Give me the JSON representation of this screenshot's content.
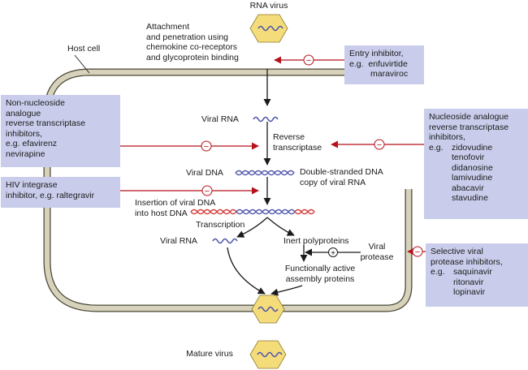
{
  "labels": {
    "rna_virus_top": "RNA virus",
    "attachment": [
      "Attachment",
      "and penetration using",
      "chemokine co-receptors",
      "and glycoprotein binding"
    ],
    "host_cell": "Host cell",
    "viral_rna_1": "Viral RNA",
    "reverse_transcriptase": [
      "Reverse",
      "transcriptase"
    ],
    "viral_dna": "Viral DNA",
    "double_stranded": [
      "Double-stranded DNA",
      "copy of viral RNA"
    ],
    "insertion": [
      "Insertion of viral DNA",
      "into host DNA"
    ],
    "transcription": "Transcription",
    "viral_rna_2": "Viral RNA",
    "inert_polyproteins": "Inert polyproteins",
    "viral_protease": [
      "Viral",
      "protease"
    ],
    "functional": [
      "Functionally active",
      "assembly proteins"
    ],
    "mature_virus": "Mature virus"
  },
  "boxes": {
    "entry": {
      "title": "Entry inhibitor,",
      "eg": "e.g.",
      "drug1": "enfuvirtide",
      "drug2": "maraviroc"
    },
    "nnrti": {
      "lines": [
        "Non-nucleoside",
        "analogue",
        "reverse transcriptase",
        "inhibitors,",
        "e.g. efavirenz",
        "nevirapine"
      ]
    },
    "integrase": {
      "lines": [
        "HIV integrase",
        "inhibitor, e.g. raltegravir"
      ]
    },
    "nrti": {
      "lines": [
        "Nucleoside analogue",
        "reverse transcriptase",
        "inhibitors,"
      ],
      "eg": "e.g.",
      "drugs": [
        "zidovudine",
        "tenofovir",
        "didanosine",
        "lamivudine",
        "abacavir",
        "stavudine"
      ]
    },
    "protease": {
      "lines": [
        "Selective viral",
        "protease inhibitors,"
      ],
      "eg": "e.g.",
      "drugs": [
        "saquinavir",
        "ritonavir",
        "lopinavir"
      ]
    }
  },
  "symbols": {
    "minus": "−",
    "plus": "+"
  },
  "colors": {
    "box_fill": "#c9cdeb",
    "inhibit_red": "#b5121b",
    "membrane_fill": "#d6d2bb",
    "membrane_stroke": "#4a4633",
    "virus_fill": "#f5dc7a",
    "rna_wave": "#4f57a9",
    "dna_red": "#d33a37",
    "dna_blue": "#4f57a9",
    "arrow_black": "#1a1a1a"
  }
}
